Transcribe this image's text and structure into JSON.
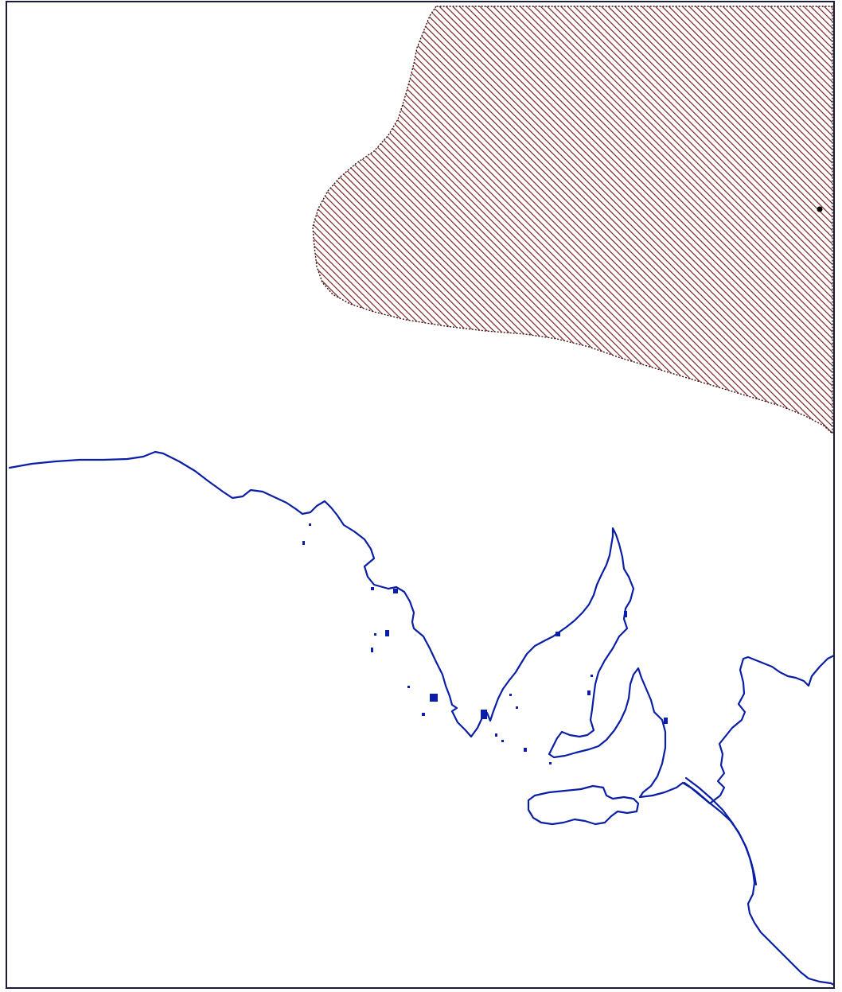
{
  "colors": {
    "background": "#ffffff",
    "frame": "#1b1b3a",
    "coastline": "#0a1fa6",
    "range_fill": "#7a2020",
    "range_outline": "#3a1010",
    "marker": "#000000"
  },
  "layers": [
    {
      "name": "coastline",
      "style": "blue outline"
    },
    {
      "name": "distribution-range",
      "style": "hatched reddish-brown"
    },
    {
      "name": "locality-marker",
      "style": "black dot"
    }
  ]
}
